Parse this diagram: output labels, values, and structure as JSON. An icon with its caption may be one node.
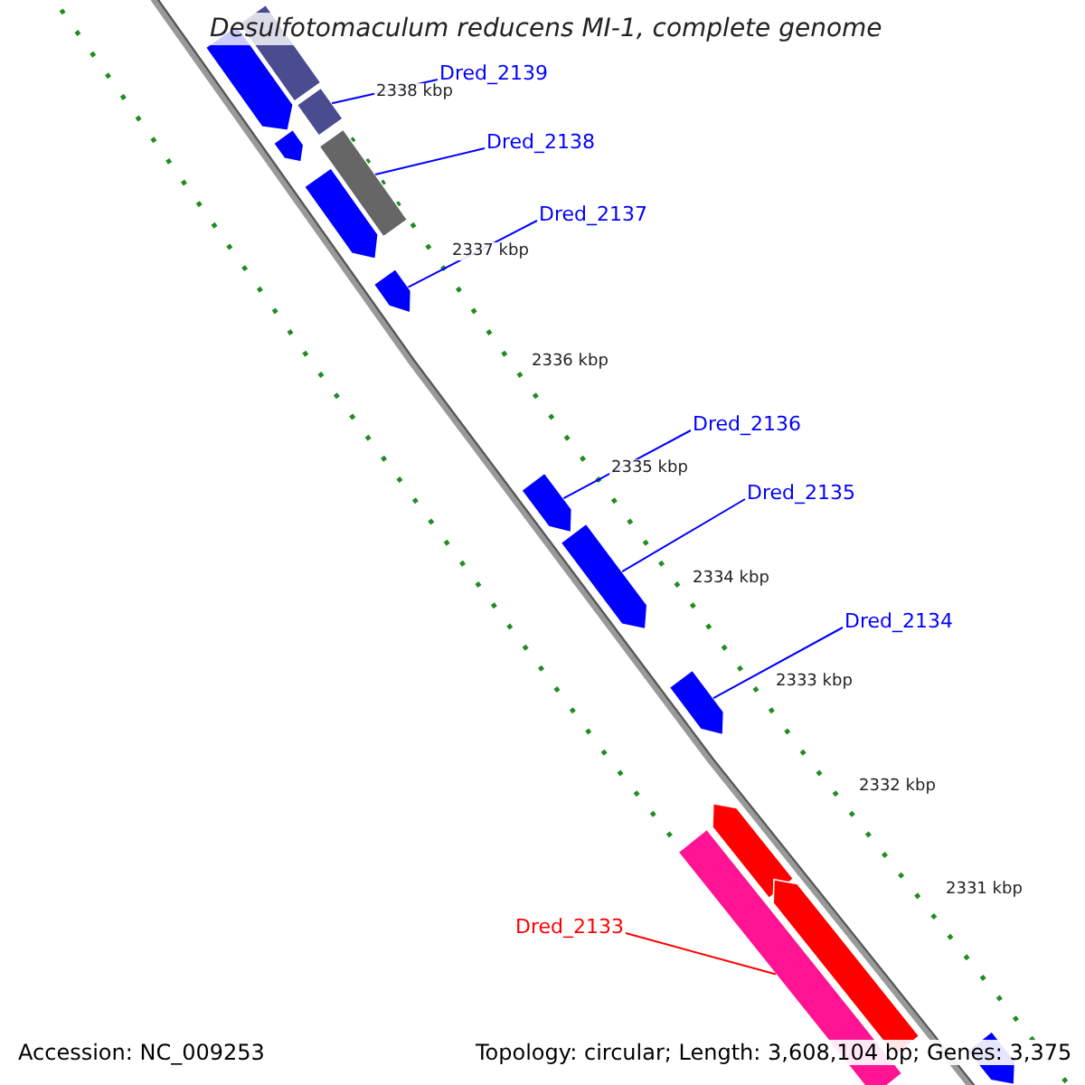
{
  "diagram": {
    "title": "Desulfotomaculum reducens MI-1, complete genome",
    "nodes": [
      {
        "text": [
          "Dred_2139"
        ]
      },
      {
        "text": [
          "Dred_2138"
        ]
      },
      {
        "text": [
          "Dred_2137"
        ]
      },
      {
        "text": [
          "Dred_2136"
        ]
      },
      {
        "text": [
          "Dred_2135"
        ]
      },
      {
        "text": [
          "Dred_2134"
        ]
      },
      {
        "text": [
          "Dred_2133"
        ]
      },
      {
        "text": [],
        "shape": "arrow"
      },
      {
        "text": [],
        "shape": "bar"
      },
      {
        "text": [],
        "shape": "bar"
      },
      {
        "text": [],
        "shape": "arrow"
      },
      {
        "text": [],
        "shape": "bar"
      },
      {
        "text": [],
        "shape": "arrow"
      },
      {
        "text": [],
        "shape": "arrow"
      },
      {
        "text": [],
        "shape": "arrow"
      },
      {
        "text": [],
        "shape": "arrow"
      },
      {
        "text": [],
        "shape": "arrow"
      },
      {
        "text": [],
        "shape": "arrow"
      },
      {
        "text": [],
        "shape": "bar"
      },
      {
        "text": [],
        "shape": "arrow"
      },
      {
        "text": [],
        "shape": "arrow"
      }
    ],
    "edges": [
      {
        "from": 0,
        "to": 9,
        "arrow": "none"
      },
      {
        "from": 1,
        "to": 11,
        "arrow": "none"
      },
      {
        "from": 2,
        "to": 13,
        "arrow": "none"
      },
      {
        "from": 3,
        "to": 14,
        "arrow": "none"
      },
      {
        "from": 4,
        "to": 15,
        "arrow": "none"
      },
      {
        "from": 5,
        "to": 16,
        "arrow": "none"
      },
      {
        "from": 6,
        "to": 18,
        "arrow": "none",
        "color": "#ff0000"
      }
    ],
    "labels": [
      "2338 kbp",
      "2337 kbp",
      "2336 kbp",
      "2335 kbp",
      "2334 kbp",
      "2333 kbp",
      "2332 kbp",
      "2331 kbp",
      "Accession: NC_009253",
      "Topology: circular; Length: 3,608,104 bp; Genes: 3,375"
    ]
  }
}
